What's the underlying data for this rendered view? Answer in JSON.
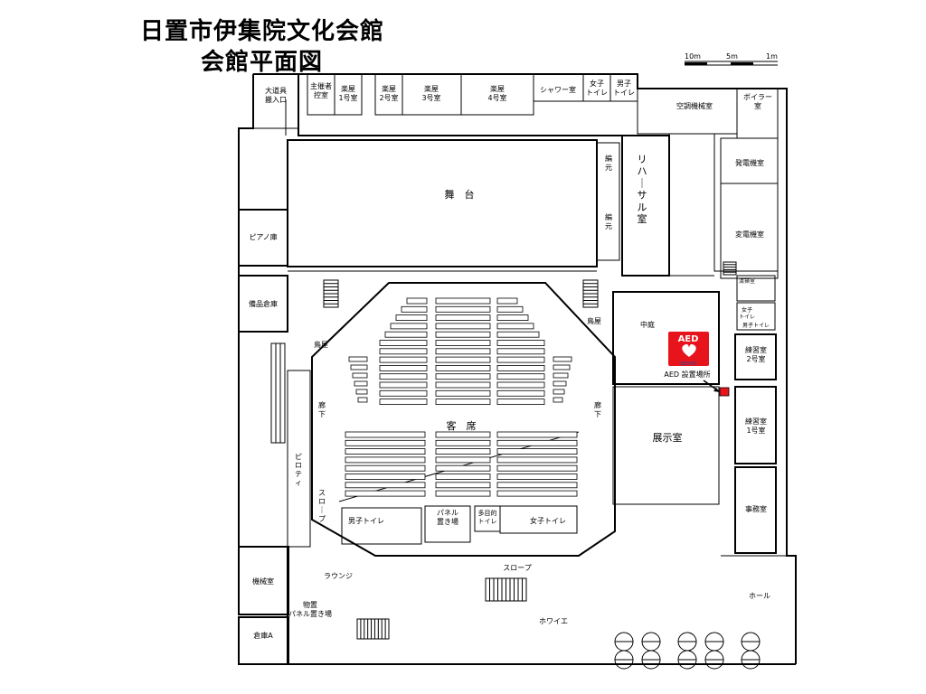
{
  "title": {
    "line1": "日置市伊集院文化会館",
    "line2": "会館平面図"
  },
  "scale_bar": {
    "labels": [
      "10m",
      "5m",
      "1m"
    ]
  },
  "rooms": {
    "props_entrance": "大道具\n搬入口",
    "organizer_room": "主催者\n控室",
    "green1": "楽屋\n1号室",
    "green2": "楽屋\n2号室",
    "green3": "楽屋\n3号室",
    "green4": "楽屋\n4号室",
    "shower": "シャワー室",
    "womens_wc_top": "女子\nトイレ",
    "mens_wc_top": "男子\nトイレ",
    "hvac": "空調機械室",
    "boiler": "ボイラー\n室",
    "generator": "発電機室",
    "transformer": "変電機室",
    "stage": "舞　台",
    "rehearsal": "リハーサル室",
    "editing1": "編\n元",
    "editing2": "編\n元",
    "piano": "ピアノ庫",
    "equipment": "備品倉庫",
    "hanamichi_l": "鳥屋",
    "hanamichi_r": "鳥屋",
    "courtyard": "中庭",
    "seats": "客　席",
    "corridor_l": "廊\n下",
    "corridor_r": "廊\n下",
    "exhibition": "展示室",
    "cleaning": "清掃室",
    "womens_wc_small": "女子\nトイレ",
    "mens_wc_small": "男子トイレ",
    "practice2": "練習室\n2号室",
    "practice1": "練習室\n1号室",
    "office": "事務室",
    "piloti": "ピロティ",
    "slope_left": "スロープ",
    "slope_bottom": "スロープ",
    "mens_wc": "男子トイレ",
    "panel_storage": "パネル\n置き場",
    "multipurpose_wc": "多目的\nトイレ",
    "womens_wc": "女子トイレ",
    "machine": "機械室",
    "lounge": "ラウンジ",
    "storage_panel": "物置\nパネル置き場",
    "storage_a": "倉庫A",
    "foyer": "ホワイエ",
    "hall": "ホール"
  },
  "aed": {
    "badge": "AED",
    "brand": "SECOM",
    "caption": "AED 設置場所",
    "color": "#e8141c"
  }
}
